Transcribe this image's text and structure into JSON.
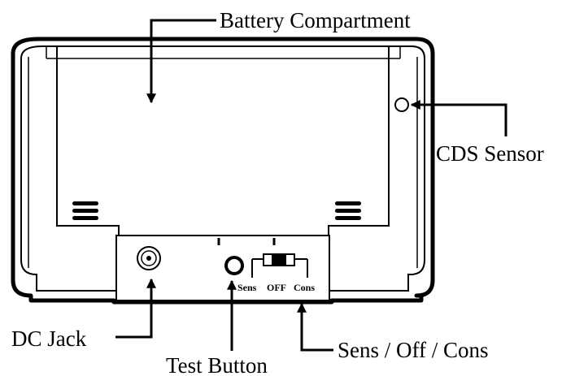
{
  "labels": {
    "battery_compartment": "Battery Compartment",
    "cds_sensor": "CDS Sensor",
    "dc_jack": "DC Jack",
    "test_button": "Test Button",
    "mode_switch": "Sens / Off / Cons"
  },
  "switch_positions": {
    "sens": "Sens",
    "off": "OFF",
    "cons": "Cons"
  },
  "colors": {
    "line": "#000000",
    "background": "#ffffff"
  }
}
